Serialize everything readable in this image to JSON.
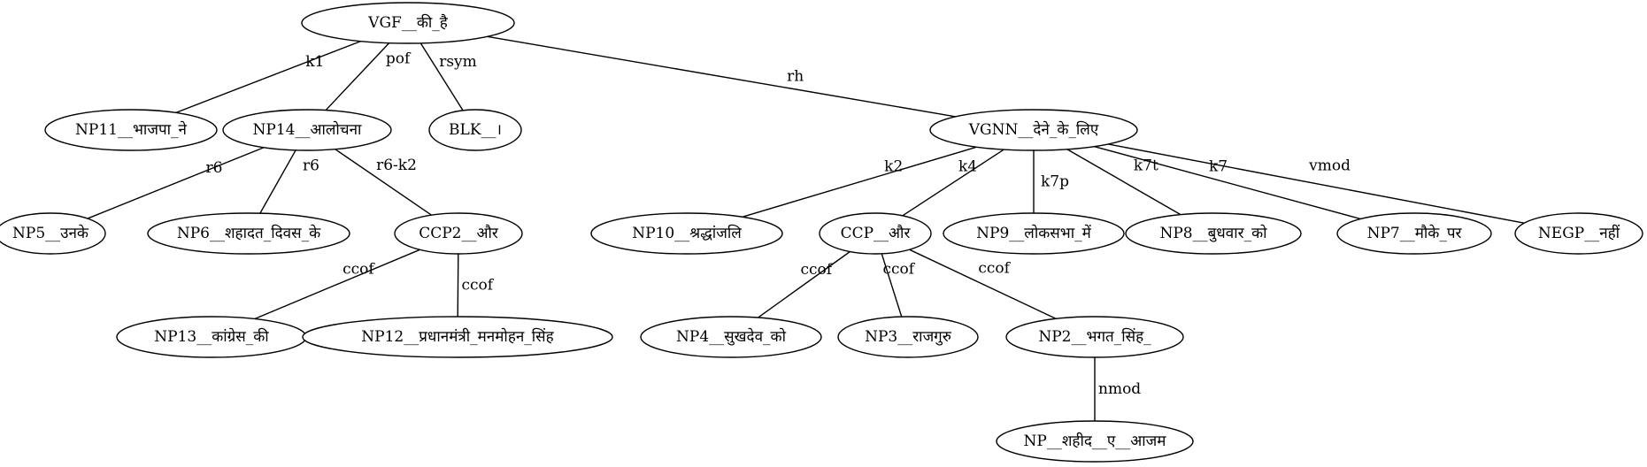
{
  "graph": {
    "nodes": [
      {
        "id": "vgf",
        "label": "VGF__की_है"
      },
      {
        "id": "np11",
        "label": "NP11__भाजपा_ने"
      },
      {
        "id": "np14",
        "label": "NP14__आलोचना"
      },
      {
        "id": "blk",
        "label": "BLK__।"
      },
      {
        "id": "vgnn",
        "label": "VGNN__देने_के_लिए"
      },
      {
        "id": "np5",
        "label": "NP5__उनके"
      },
      {
        "id": "np6",
        "label": "NP6__शहादत_दिवस_के"
      },
      {
        "id": "ccp2",
        "label": "CCP2__और"
      },
      {
        "id": "np13",
        "label": "NP13__कांग्रेस_की"
      },
      {
        "id": "np12",
        "label": "NP12__प्रधानमंत्री_मनमोहन_सिंह"
      },
      {
        "id": "np10",
        "label": "NP10__श्रद्धांजलि"
      },
      {
        "id": "ccp",
        "label": "CCP__और"
      },
      {
        "id": "np9",
        "label": "NP9__लोकसभा_में"
      },
      {
        "id": "np8",
        "label": "NP8__बुधवार_को"
      },
      {
        "id": "np7",
        "label": "NP7__मौके_पर"
      },
      {
        "id": "negp",
        "label": "NEGP__नहीं"
      },
      {
        "id": "np4",
        "label": "NP4__सुखदेव_को"
      },
      {
        "id": "np3",
        "label": "NP3__राजगुरु"
      },
      {
        "id": "np2",
        "label": "NP2__भगत_सिंह_"
      },
      {
        "id": "np",
        "label": "NP__शहीद__ए__आजम"
      }
    ],
    "edges": [
      {
        "from": "vgf",
        "to": "np11",
        "label": "k1"
      },
      {
        "from": "vgf",
        "to": "np14",
        "label": "pof"
      },
      {
        "from": "vgf",
        "to": "blk",
        "label": "rsym"
      },
      {
        "from": "vgf",
        "to": "vgnn",
        "label": "rh"
      },
      {
        "from": "np14",
        "to": "np5",
        "label": "r6"
      },
      {
        "from": "np14",
        "to": "np6",
        "label": "r6"
      },
      {
        "from": "np14",
        "to": "ccp2",
        "label": "r6-k2"
      },
      {
        "from": "ccp2",
        "to": "np13",
        "label": "ccof"
      },
      {
        "from": "ccp2",
        "to": "np12",
        "label": "ccof"
      },
      {
        "from": "vgnn",
        "to": "np10",
        "label": "k2"
      },
      {
        "from": "vgnn",
        "to": "ccp",
        "label": "k4"
      },
      {
        "from": "vgnn",
        "to": "np9",
        "label": "k7p"
      },
      {
        "from": "vgnn",
        "to": "np8",
        "label": "k7t"
      },
      {
        "from": "vgnn",
        "to": "np7",
        "label": "k7"
      },
      {
        "from": "vgnn",
        "to": "negp",
        "label": "vmod"
      },
      {
        "from": "ccp",
        "to": "np4",
        "label": "ccof"
      },
      {
        "from": "ccp",
        "to": "np3",
        "label": "ccof"
      },
      {
        "from": "ccp",
        "to": "np2",
        "label": "ccof"
      },
      {
        "from": "np2",
        "to": "np",
        "label": "nmod"
      }
    ]
  }
}
